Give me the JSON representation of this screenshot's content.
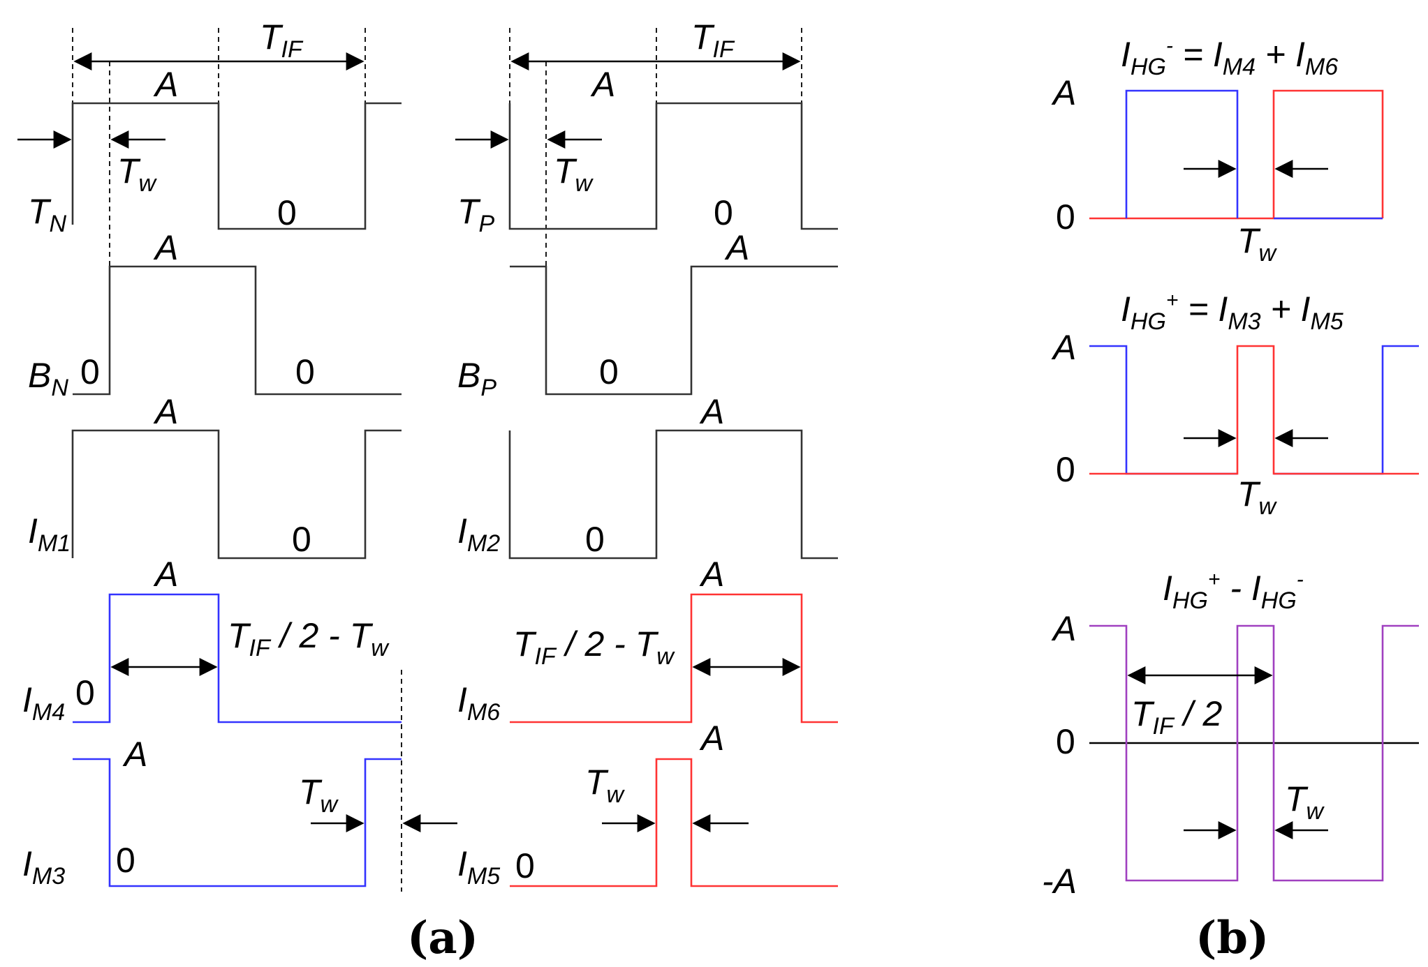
{
  "colors": {
    "black": "#333333",
    "blue": "#3333ff",
    "red": "#ff3333",
    "purple": "#a040c0"
  },
  "symbols": {
    "A": "A",
    "zero": "0",
    "negA": "-A",
    "T": "T",
    "I": "I",
    "B": "B",
    "w": "w",
    "IF": "IF",
    "N": "N",
    "P": "P",
    "M1": "M1",
    "M2": "M2",
    "M3": "M3",
    "M4": "M4",
    "M5": "M5",
    "M6": "M6",
    "HG": "HG",
    "plus": "+",
    "minus": "-",
    "eq": " = ",
    "add": " + ",
    "sub": " - ",
    "half_expr": " / 2 - ",
    "half": " / 2"
  },
  "captions": {
    "a": "(a)",
    "b": "(b)"
  }
}
